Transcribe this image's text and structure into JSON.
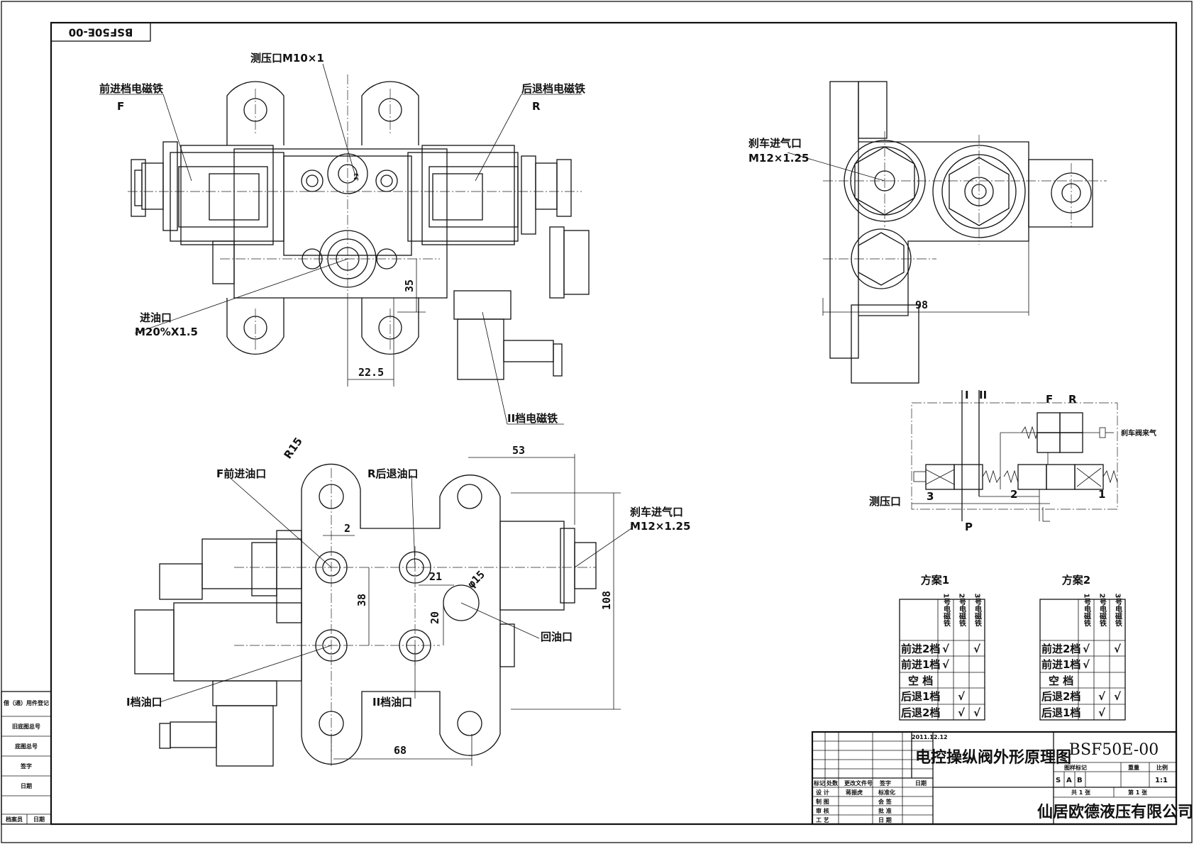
{
  "drawing_no_stamp": "BSF50E-00",
  "front_view": {
    "pressure_port": "测压口M10×1",
    "forward_solenoid": "前进档电磁铁",
    "forward_code": "F",
    "reverse_solenoid": "后退档电磁铁",
    "reverse_code": "R",
    "inlet_port": "进油口",
    "inlet_thread": "M20%X1.5",
    "gear2_solenoid": "II档电磁铁",
    "dim_35": "35",
    "dim_22_5": "22.5",
    "dim_33": "33"
  },
  "side_view": {
    "brake_inlet": "刹车进气口",
    "brake_thread": "M12×1.25",
    "dim_98": "98"
  },
  "bottom_view": {
    "radius": "R15",
    "f_forward_port": "F前进油口",
    "r_reverse_port": "R后退油口",
    "brake_inlet": "刹车进气口",
    "brake_thread": "M12×1.25",
    "dim_53": "53",
    "dim_2": "2",
    "dim_21": "21",
    "dim_phi15": "φ15",
    "dim_38": "38",
    "dim_20": "20",
    "dim_108": "108",
    "return_port": "回油口",
    "gear1_port": "I档油口",
    "gear2_port": "II档油口",
    "dim_68": "68"
  },
  "schematic": {
    "lbl_I": "I",
    "lbl_II": "II",
    "lbl_F": "F",
    "lbl_R": "R",
    "brake_air": "刹车阀来气",
    "pressure_port": "测压口",
    "lbl_3": "3",
    "lbl_2": "2",
    "lbl_1": "1",
    "lbl_P": "P"
  },
  "schemes": [
    {
      "title": "方案1",
      "headers": [
        "1号电磁铁",
        "2号电磁铁",
        "3号电磁铁"
      ],
      "rows": [
        {
          "label": "前进2档",
          "cells": [
            "√",
            "",
            "√"
          ]
        },
        {
          "label": "前进1档",
          "cells": [
            "√",
            "",
            ""
          ]
        },
        {
          "label": "空  档",
          "cells": [
            "",
            "",
            ""
          ]
        },
        {
          "label": "后退1档",
          "cells": [
            "",
            "√",
            ""
          ]
        },
        {
          "label": "后退2档",
          "cells": [
            "",
            "√",
            "√"
          ]
        }
      ]
    },
    {
      "title": "方案2",
      "headers": [
        "1号电磁铁",
        "2号电磁铁",
        "3号电磁铁"
      ],
      "rows": [
        {
          "label": "前进2档",
          "cells": [
            "√",
            "",
            "√"
          ]
        },
        {
          "label": "前进1档",
          "cells": [
            "√",
            "",
            ""
          ]
        },
        {
          "label": "空  档",
          "cells": [
            "",
            "",
            ""
          ]
        },
        {
          "label": "后退2档",
          "cells": [
            "",
            "√",
            "√"
          ]
        },
        {
          "label": "后退1档",
          "cells": [
            "",
            "√",
            ""
          ]
        }
      ]
    }
  ],
  "left_strip": [
    "借（通）用件登记",
    "旧底图总号",
    "底图总号",
    "签字",
    "日期",
    "档案员",
    "日期"
  ],
  "title_block": {
    "title": "电控操纵阀外形原理图",
    "drawing_no": "BSF50E-00",
    "date": "2011.12.12",
    "company": "仙居欧德液压有限公司",
    "stage_marks": [
      "S",
      "A",
      "B"
    ],
    "ratio": "1:1",
    "h_stage": "图样标记",
    "h_weight": "重量",
    "h_ratio": "比例",
    "sheets_total": "共 1 张",
    "sheet_no": "第 1 张",
    "rev_headers": [
      "标记",
      "处数",
      "更改文件号",
      "签字",
      "日期"
    ],
    "row_design": "设  计",
    "row_draw": "制  图",
    "row_check": "审  核",
    "row_process": "工  艺",
    "std_check": "标准化",
    "std_review": "会  签",
    "std_approve": "批  准",
    "std_date": "日  期",
    "designer": "蒋振虎"
  }
}
